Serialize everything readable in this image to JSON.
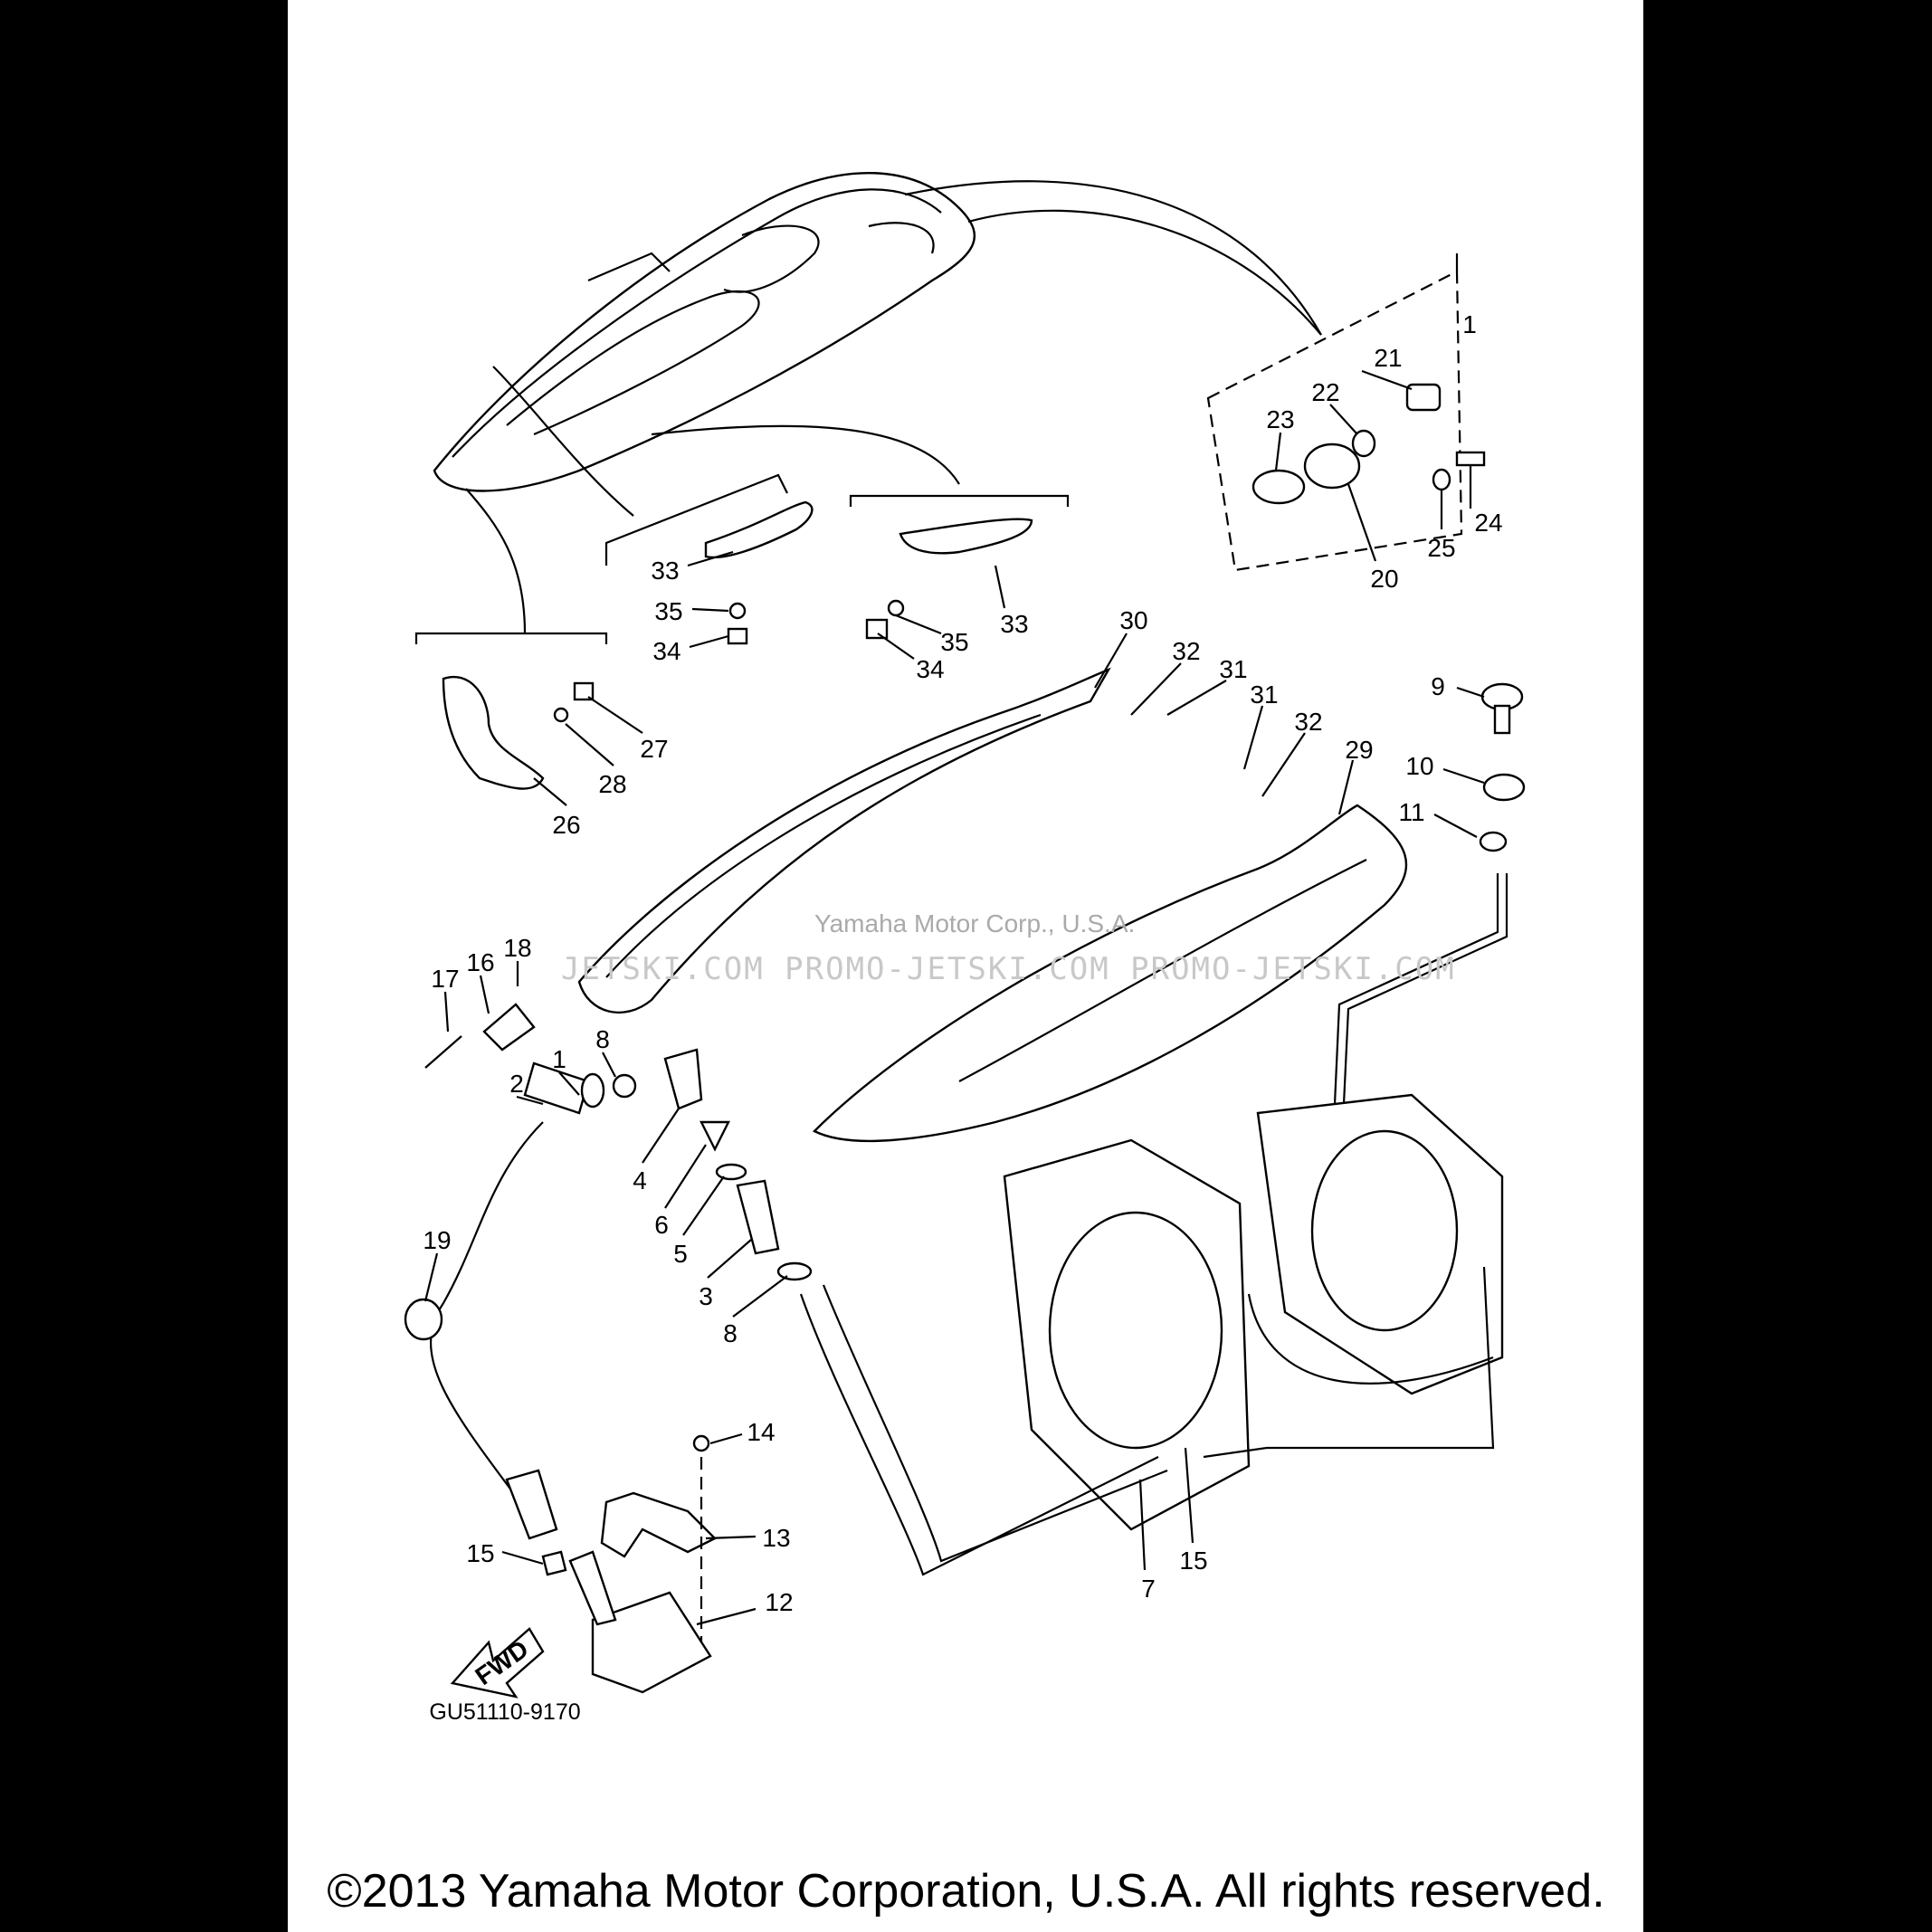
{
  "diagram": {
    "callouts": {
      "c1": "1",
      "c21": "21",
      "c22": "22",
      "c23": "23",
      "c24": "24",
      "c25": "25",
      "c20": "20",
      "c33a": "33",
      "c35a": "35",
      "c34a": "34",
      "c33b": "33",
      "c35b": "35",
      "c34b": "34",
      "c30": "30",
      "c32a": "32",
      "c31a": "31",
      "c31b": "31",
      "c32b": "32",
      "c29": "29",
      "c9": "9",
      "c10": "10",
      "c11": "11",
      "c27": "27",
      "c28": "28",
      "c26": "26",
      "c18": "18",
      "c16": "16",
      "c17": "17",
      "c8a": "8",
      "c1b": "1",
      "c2": "2",
      "c4": "4",
      "c6": "6",
      "c5": "5",
      "c3": "3",
      "c8b": "8",
      "c19": "19",
      "c14": "14",
      "c13": "13",
      "c15a": "15",
      "c12": "12",
      "c7": "7",
      "c15b": "15"
    },
    "fwd_label": "FWD",
    "diagram_code": "GU51110-9170",
    "watermark": "JETSKI.COM   PROMO-JETSKI.COM   PROMO-JETSKI.COM",
    "watermark_overlay": "Yamaha Motor Corp., U.S.A."
  },
  "footer": {
    "copyright": "©2013 Yamaha Motor Corporation, U.S.A. All rights reserved."
  }
}
